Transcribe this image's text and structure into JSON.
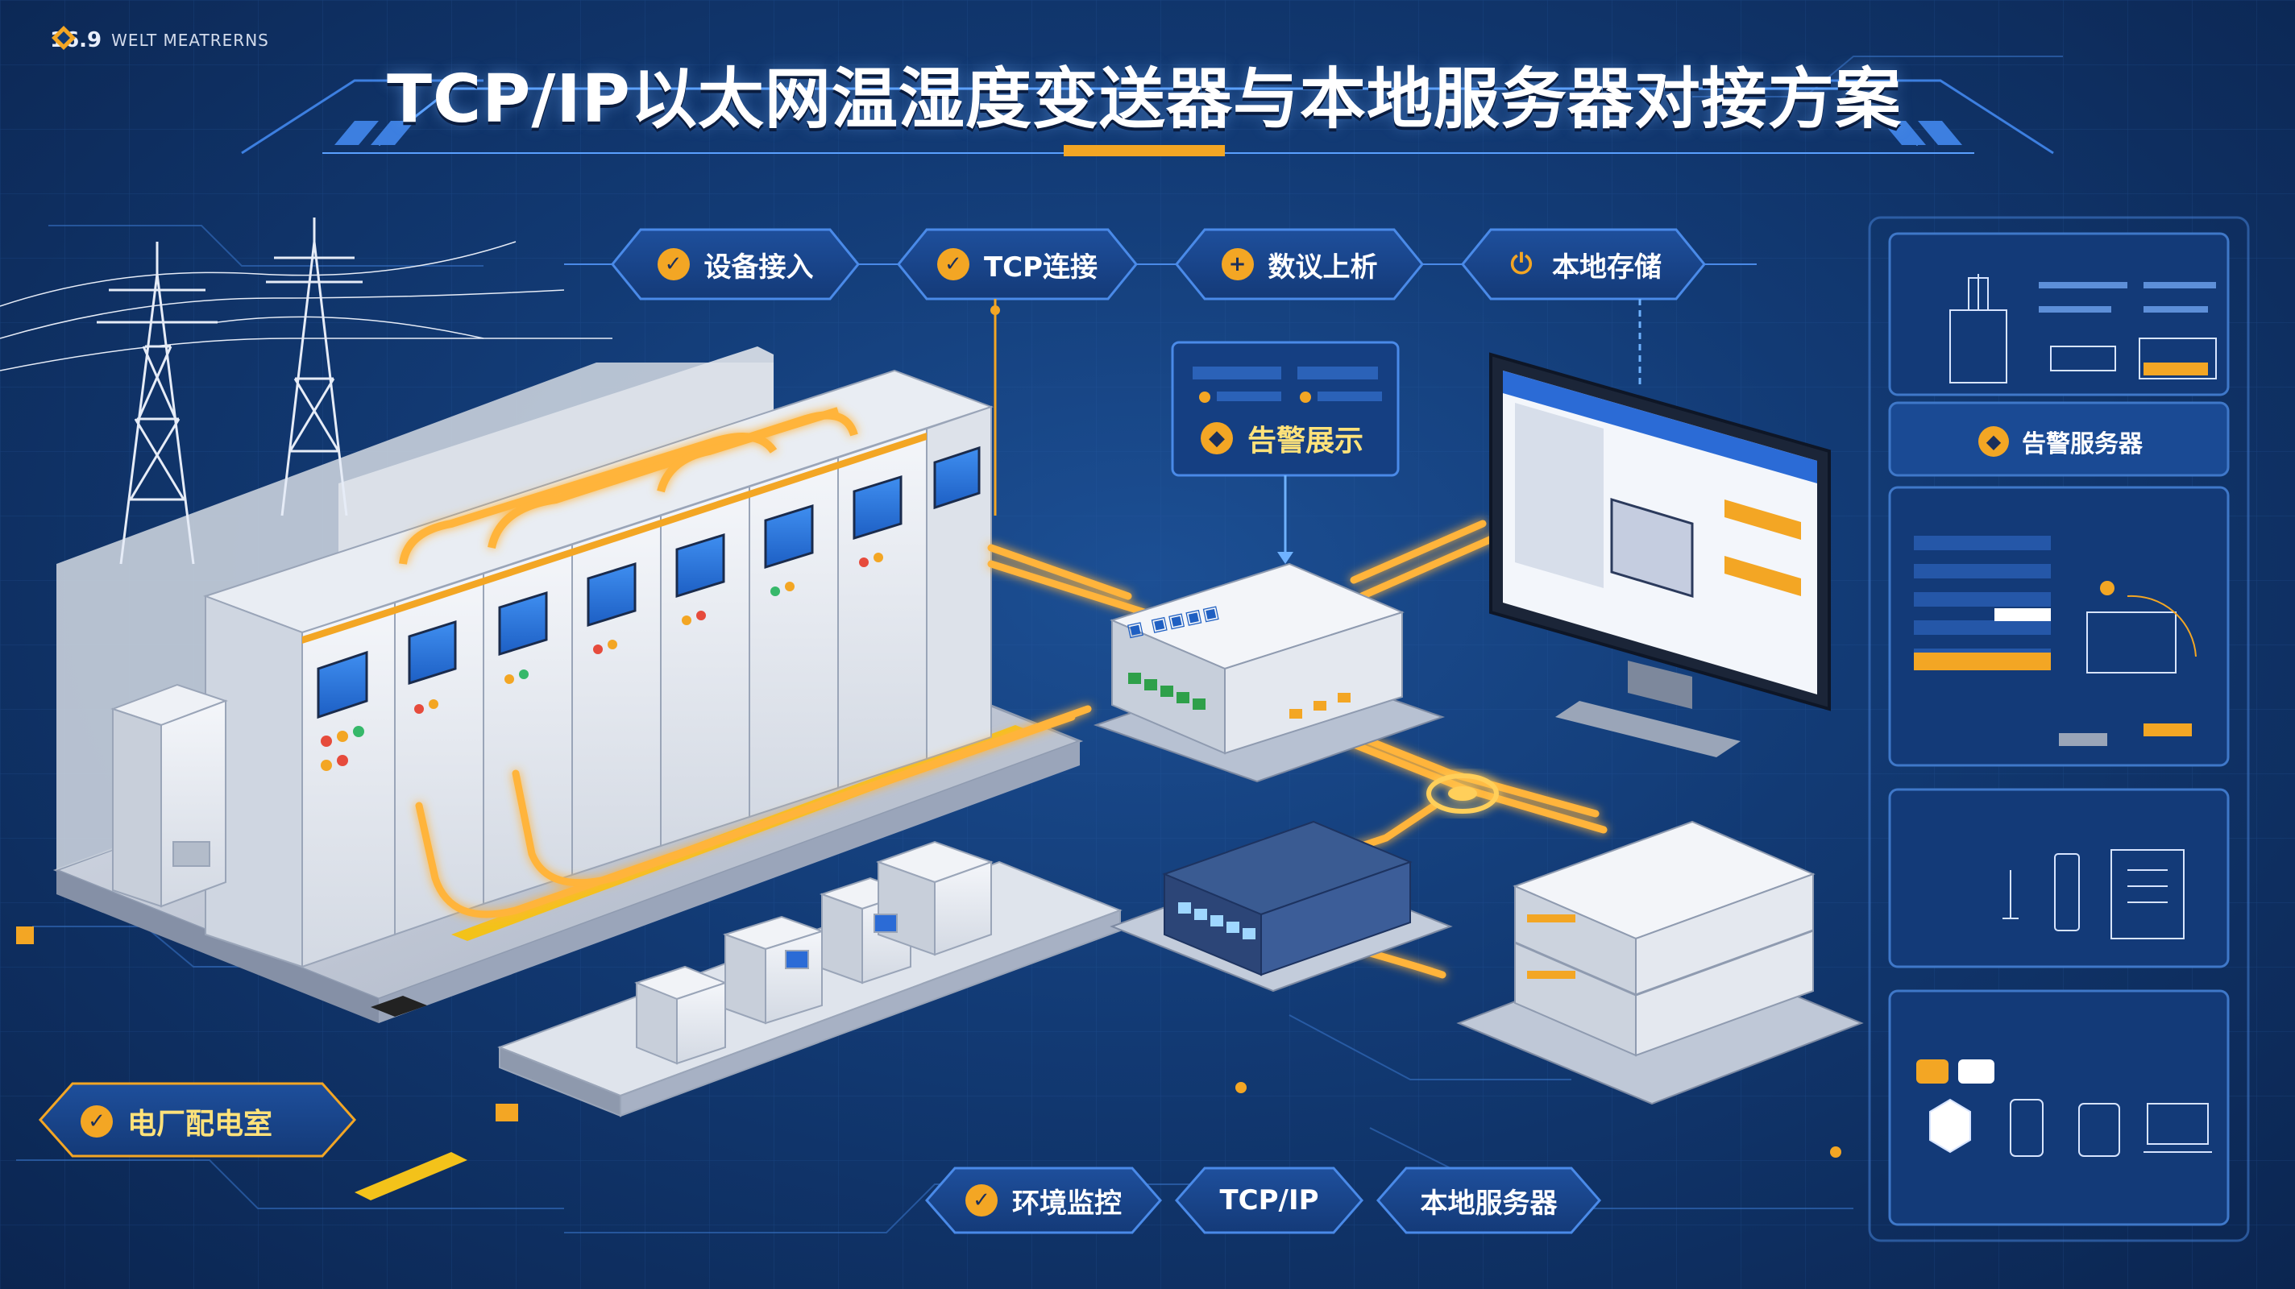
{
  "brand": {
    "version": "16.9",
    "sub": "WELT   MEATRERNS"
  },
  "title": "TCP/IP以太网温湿度变送器与本地服务器对接方案",
  "top_steps": [
    {
      "label": "设备接入",
      "icon": "check-shield-icon"
    },
    {
      "label": "TCP连接",
      "icon": "check-shield-icon"
    },
    {
      "label": "数议上析",
      "icon": "plus-circle-icon"
    },
    {
      "label": "本地存储",
      "icon": "power-icon"
    }
  ],
  "alert_display": {
    "label": "告警展示"
  },
  "alert_server": {
    "label": "告警服务器"
  },
  "power_room": {
    "label": "电厂配电室"
  },
  "bottom_tags": [
    {
      "label": "环境监控"
    },
    {
      "label": "TCP/IP"
    },
    {
      "label": "本地服务器"
    }
  ],
  "colors": {
    "accent": "#f3a624",
    "cable": "#ffb43a",
    "background": "#123a74",
    "panel_border": "#3f78c9"
  }
}
